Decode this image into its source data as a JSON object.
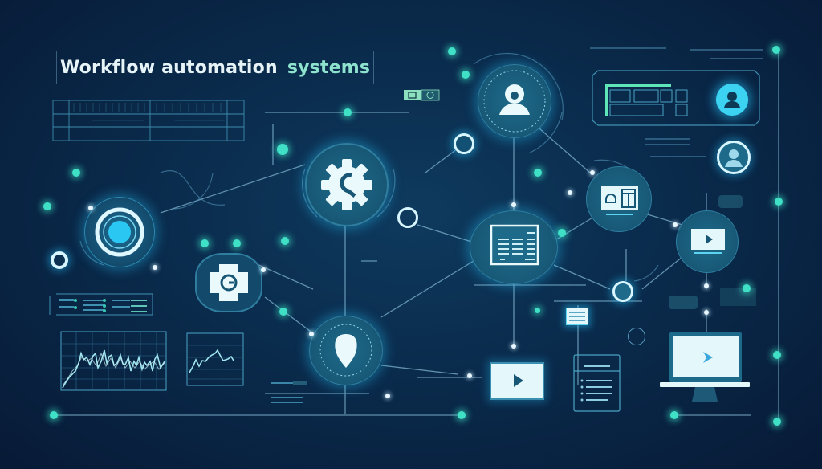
{
  "title": {
    "main": "Workflow automation",
    "accent": "systems"
  },
  "colors": {
    "background": "#0a2b4c",
    "accent_teal": "#3fe0c5",
    "accent_cyan": "#29c7f2",
    "node_fill": "#1a5a7a",
    "icon_fill": "#e4f8fb"
  },
  "nodes": [
    {
      "id": "target",
      "icon": "target-icon"
    },
    {
      "id": "gear",
      "icon": "gear-icon"
    },
    {
      "id": "user",
      "icon": "user-icon"
    },
    {
      "id": "puzzle-g",
      "icon": "settings-badge-icon"
    },
    {
      "id": "table",
      "icon": "table-icon"
    },
    {
      "id": "shield",
      "icon": "shield-icon"
    },
    {
      "id": "dashboard",
      "icon": "dashboard-icon"
    },
    {
      "id": "video",
      "icon": "video-icon"
    },
    {
      "id": "profile",
      "icon": "profile-icon"
    },
    {
      "id": "locked-user",
      "icon": "user-lock-icon"
    },
    {
      "id": "play-card",
      "icon": "play-icon"
    },
    {
      "id": "monitor",
      "icon": "monitor-play-icon"
    },
    {
      "id": "server",
      "icon": "server-icon"
    },
    {
      "id": "list-doc",
      "icon": "list-document-icon"
    }
  ],
  "chart_data": [
    {
      "type": "line",
      "title": "",
      "xlabel": "",
      "ylabel": "",
      "grid": true,
      "x": [
        0,
        1,
        2,
        3,
        4,
        5,
        6,
        7,
        8,
        9,
        10,
        11,
        12,
        13,
        14,
        15,
        16,
        17,
        18,
        19,
        20,
        21,
        22,
        23,
        24,
        25,
        26,
        27,
        28,
        29
      ],
      "values": [
        10,
        22,
        30,
        28,
        60,
        55,
        58,
        40,
        62,
        35,
        50,
        45,
        42,
        58,
        60,
        40,
        55,
        52,
        38,
        50,
        48,
        35,
        60,
        45,
        52,
        50,
        40,
        55,
        48,
        42
      ],
      "ylim": [
        0,
        100
      ]
    },
    {
      "type": "line",
      "title": "",
      "xlabel": "",
      "ylabel": "",
      "grid": true,
      "x": [
        0,
        1,
        2,
        3,
        4,
        5,
        6,
        7,
        8,
        9,
        10,
        11,
        12
      ],
      "values": [
        30,
        50,
        40,
        48,
        50,
        58,
        62,
        72,
        58,
        52,
        55,
        52,
        54
      ],
      "ylim": [
        0,
        100
      ]
    }
  ]
}
